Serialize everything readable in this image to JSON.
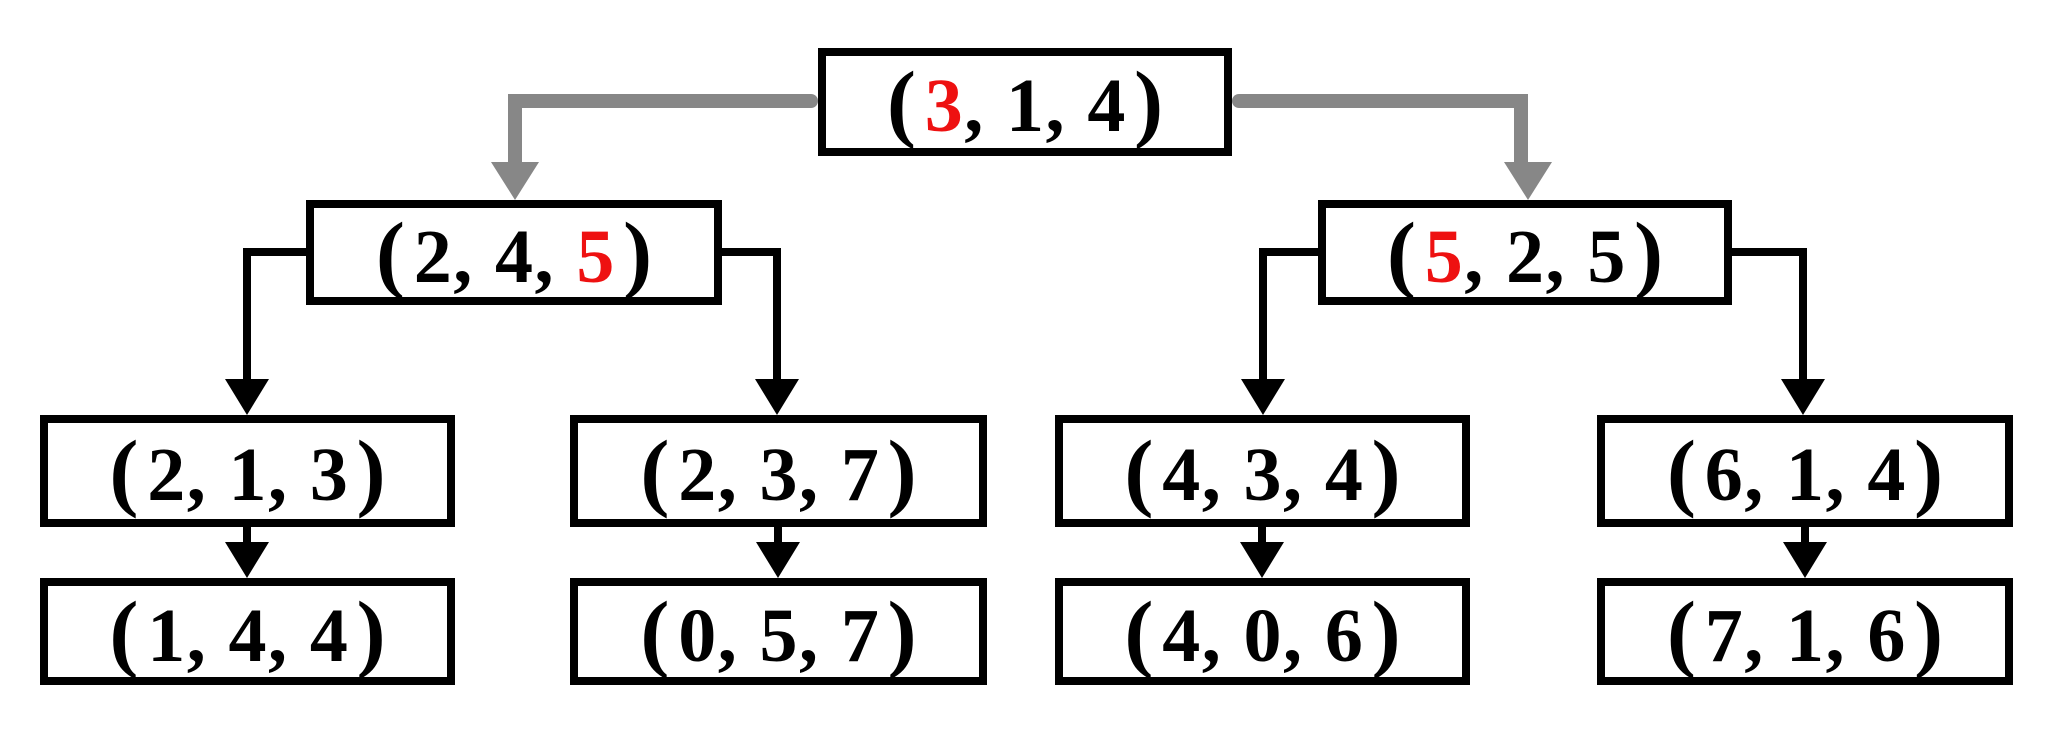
{
  "diagram": {
    "type": "tree",
    "background": "#ffffff",
    "colors": {
      "highlight_red": "#ee1111",
      "line_black": "#000000",
      "arrow_gray": "#878787"
    },
    "tuple_format": {
      "open": "(",
      "close": ")",
      "separator": ","
    },
    "nodes": {
      "root": {
        "values": [
          "3",
          "1",
          "4"
        ],
        "red_index": 0
      },
      "n245": {
        "values": [
          "2",
          "4",
          "5"
        ],
        "red_index": 2
      },
      "n525": {
        "values": [
          "5",
          "2",
          "5"
        ],
        "red_index": 0
      },
      "n213": {
        "values": [
          "2",
          "1",
          "3"
        ],
        "red_index": -1
      },
      "n237": {
        "values": [
          "2",
          "3",
          "7"
        ],
        "red_index": -1
      },
      "n434": {
        "values": [
          "4",
          "3",
          "4"
        ],
        "red_index": -1
      },
      "n614": {
        "values": [
          "6",
          "1",
          "4"
        ],
        "red_index": -1
      },
      "n144": {
        "values": [
          "1",
          "4",
          "4"
        ],
        "red_index": -1
      },
      "n057": {
        "values": [
          "0",
          "5",
          "7"
        ],
        "red_index": -1
      },
      "n406": {
        "values": [
          "4",
          "0",
          "6"
        ],
        "red_index": -1
      },
      "n716": {
        "values": [
          "7",
          "1",
          "6"
        ],
        "red_index": -1
      }
    },
    "edges": [
      {
        "from": "root",
        "to": "n245",
        "style": "thick-gray-elbow-arrow"
      },
      {
        "from": "root",
        "to": "n525",
        "style": "thick-gray-elbow-arrow"
      },
      {
        "from": "n245",
        "to": "n213",
        "style": "thin-black-elbow-arrow"
      },
      {
        "from": "n245",
        "to": "n237",
        "style": "thin-black-elbow-arrow"
      },
      {
        "from": "n525",
        "to": "n434",
        "style": "thin-black-elbow-arrow"
      },
      {
        "from": "n525",
        "to": "n614",
        "style": "thin-black-elbow-arrow"
      },
      {
        "from": "n213",
        "to": "n144",
        "style": "thin-black-straight-arrow"
      },
      {
        "from": "n237",
        "to": "n057",
        "style": "thin-black-straight-arrow"
      },
      {
        "from": "n434",
        "to": "n406",
        "style": "thin-black-straight-arrow"
      },
      {
        "from": "n614",
        "to": "n716",
        "style": "thin-black-straight-arrow"
      }
    ]
  }
}
